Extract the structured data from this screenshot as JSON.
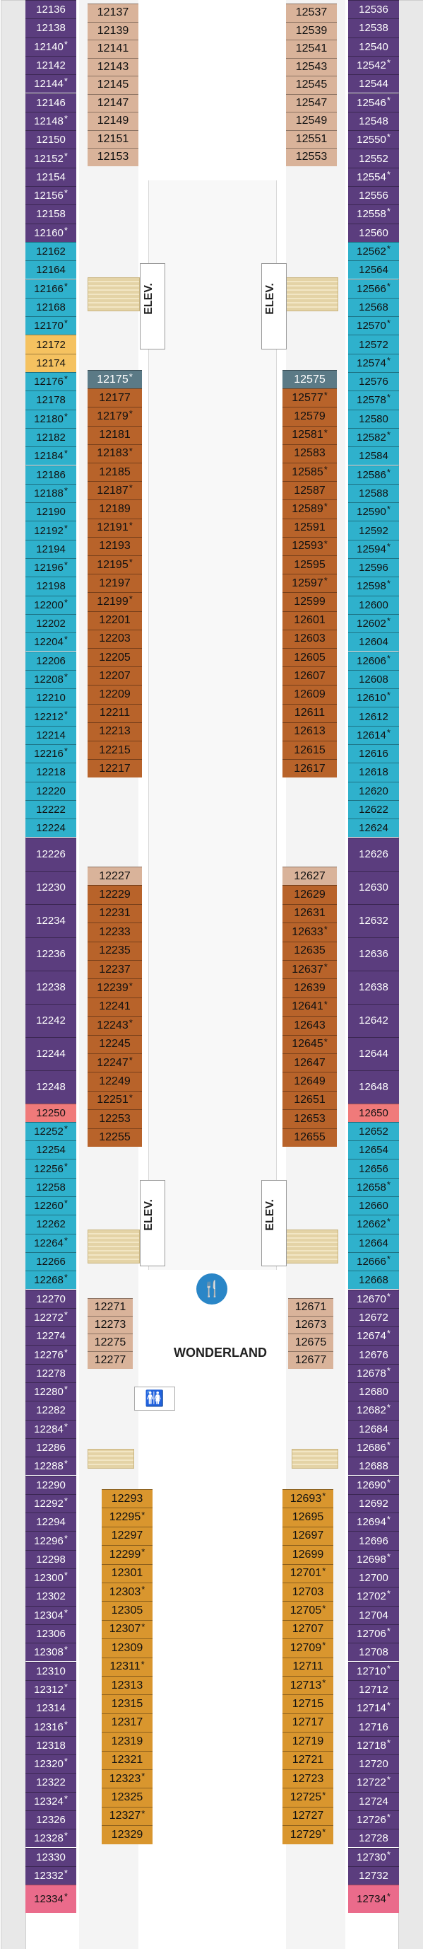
{
  "colors": {
    "purple": "#5b3d7e",
    "teal": "#2fb1cc",
    "brown": "#b8632a",
    "orange": "#d9962e",
    "tan": "#d9b39a",
    "yellow": "#f5c260",
    "slate": "#5b7a86",
    "pink": "#ea6b8b",
    "salmon": "#f07a7a"
  },
  "icons": {
    "accessible": "wheelchair-icon",
    "connecting": "connecting-door-icon",
    "restroom": "restroom-icon",
    "dining": "dining-icon"
  },
  "venue": {
    "name": "WONDERLAND"
  },
  "elevators": {
    "label": "ELEV."
  },
  "columns": {
    "outer_left": [
      [
        "12136",
        "purple",
        ""
      ],
      [
        "12138",
        "purple",
        ""
      ],
      [
        "12140",
        "purple",
        "*"
      ],
      [
        "12142",
        "purple",
        ""
      ],
      [
        "12144",
        "purple",
        "*"
      ],
      [
        "12146",
        "purple",
        ""
      ],
      [
        "12148",
        "purple",
        "*"
      ],
      [
        "12150",
        "purple",
        ""
      ],
      [
        "12152",
        "purple",
        "*"
      ],
      [
        "12154",
        "purple",
        ""
      ],
      [
        "12156",
        "purple",
        "*"
      ],
      [
        "12158",
        "purple",
        ""
      ],
      [
        "12160",
        "purple",
        "*"
      ],
      [
        "12162",
        "teal",
        ""
      ],
      [
        "12164",
        "teal",
        ""
      ],
      [
        "12166",
        "teal",
        "*"
      ],
      [
        "12168",
        "teal",
        ""
      ],
      [
        "12170",
        "teal",
        "*"
      ],
      [
        "12172",
        "yellow",
        ""
      ],
      [
        "12174",
        "yellow",
        ""
      ],
      [
        "12176",
        "teal",
        "*"
      ],
      [
        "12178",
        "teal",
        ""
      ],
      [
        "12180",
        "teal",
        "*"
      ],
      [
        "12182",
        "teal",
        ""
      ],
      [
        "12184",
        "teal",
        "*"
      ],
      [
        "12186",
        "teal",
        ""
      ],
      [
        "12188",
        "teal",
        "*"
      ],
      [
        "12190",
        "teal",
        ""
      ],
      [
        "12192",
        "teal",
        "*"
      ],
      [
        "12194",
        "teal",
        ""
      ],
      [
        "12196",
        "teal",
        "*"
      ],
      [
        "12198",
        "teal",
        ""
      ],
      [
        "12200",
        "teal",
        "*"
      ],
      [
        "12202",
        "teal",
        ""
      ],
      [
        "12204",
        "teal",
        "*"
      ],
      [
        "12206",
        "teal",
        ""
      ],
      [
        "12208",
        "teal",
        "*"
      ],
      [
        "12210",
        "teal",
        ""
      ],
      [
        "12212",
        "teal",
        "*"
      ],
      [
        "12214",
        "teal",
        ""
      ],
      [
        "12216",
        "teal",
        "*"
      ],
      [
        "12218",
        "teal",
        ""
      ],
      [
        "12220",
        "teal",
        ""
      ],
      [
        "12222",
        "teal",
        ""
      ],
      [
        "12224",
        "teal",
        ""
      ],
      [
        "12226",
        "purple",
        ""
      ],
      [
        "12230",
        "purple",
        ""
      ],
      [
        "12234",
        "purple",
        ""
      ],
      [
        "12236",
        "purple",
        ""
      ],
      [
        "12238",
        "purple",
        ""
      ],
      [
        "12242",
        "purple",
        ""
      ],
      [
        "12244",
        "purple",
        ""
      ],
      [
        "12248",
        "purple",
        ""
      ],
      [
        "12250",
        "salmon",
        ""
      ],
      [
        "12252",
        "teal",
        "*"
      ],
      [
        "12254",
        "teal",
        ""
      ],
      [
        "12256",
        "teal",
        "*"
      ],
      [
        "12258",
        "teal",
        ""
      ],
      [
        "12260",
        "teal",
        "*"
      ],
      [
        "12262",
        "teal",
        ""
      ],
      [
        "12264",
        "teal",
        "*"
      ],
      [
        "12266",
        "teal",
        ""
      ],
      [
        "12268",
        "teal",
        "*"
      ],
      [
        "12270",
        "purple",
        ""
      ],
      [
        "12272",
        "purple",
        "*"
      ],
      [
        "12274",
        "purple",
        ""
      ],
      [
        "12276",
        "purple",
        "*"
      ],
      [
        "12278",
        "purple",
        ""
      ],
      [
        "12280",
        "purple",
        "*"
      ],
      [
        "12282",
        "purple",
        ""
      ],
      [
        "12284",
        "purple",
        "*"
      ],
      [
        "12286",
        "purple",
        ""
      ],
      [
        "12288",
        "purple",
        "*"
      ],
      [
        "12290",
        "purple",
        ""
      ],
      [
        "12292",
        "purple",
        "*"
      ],
      [
        "12294",
        "purple",
        ""
      ],
      [
        "12296",
        "purple",
        "*"
      ],
      [
        "12298",
        "purple",
        ""
      ],
      [
        "12300",
        "purple",
        "*"
      ],
      [
        "12302",
        "purple",
        ""
      ],
      [
        "12304",
        "purple",
        "*"
      ],
      [
        "12306",
        "purple",
        ""
      ],
      [
        "12308",
        "purple",
        "*"
      ],
      [
        "12310",
        "purple",
        ""
      ],
      [
        "12312",
        "purple",
        "*"
      ],
      [
        "12314",
        "purple",
        ""
      ],
      [
        "12316",
        "purple",
        "*"
      ],
      [
        "12318",
        "purple",
        ""
      ],
      [
        "12320",
        "purple",
        "*"
      ],
      [
        "12322",
        "purple",
        ""
      ],
      [
        "12324",
        "purple",
        "*"
      ],
      [
        "12326",
        "purple",
        ""
      ],
      [
        "12328",
        "purple",
        "*"
      ],
      [
        "12330",
        "purple",
        ""
      ],
      [
        "12332",
        "purple",
        "*"
      ],
      [
        "12334",
        "pink",
        "*"
      ]
    ],
    "outer_right": [
      [
        "12536",
        "purple",
        ""
      ],
      [
        "12538",
        "purple",
        ""
      ],
      [
        "12540",
        "purple",
        ""
      ],
      [
        "12542",
        "purple",
        "*"
      ],
      [
        "12544",
        "purple",
        ""
      ],
      [
        "12546",
        "purple",
        "*"
      ],
      [
        "12548",
        "purple",
        ""
      ],
      [
        "12550",
        "purple",
        "*"
      ],
      [
        "12552",
        "purple",
        ""
      ],
      [
        "12554",
        "purple",
        "*"
      ],
      [
        "12556",
        "purple",
        ""
      ],
      [
        "12558",
        "purple",
        "*"
      ],
      [
        "12560",
        "purple",
        ""
      ],
      [
        "12562",
        "teal",
        "*"
      ],
      [
        "12564",
        "teal",
        ""
      ],
      [
        "12566",
        "teal",
        "*"
      ],
      [
        "12568",
        "teal",
        ""
      ],
      [
        "12570",
        "teal",
        "*"
      ],
      [
        "12572",
        "teal",
        ""
      ],
      [
        "12574",
        "teal",
        "*"
      ],
      [
        "12576",
        "teal",
        ""
      ],
      [
        "12578",
        "teal",
        "*"
      ],
      [
        "12580",
        "teal",
        ""
      ],
      [
        "12582",
        "teal",
        "*"
      ],
      [
        "12584",
        "teal",
        ""
      ],
      [
        "12586",
        "teal",
        "*"
      ],
      [
        "12588",
        "teal",
        ""
      ],
      [
        "12590",
        "teal",
        "*"
      ],
      [
        "12592",
        "teal",
        ""
      ],
      [
        "12594",
        "teal",
        "*"
      ],
      [
        "12596",
        "teal",
        ""
      ],
      [
        "12598",
        "teal",
        "*"
      ],
      [
        "12600",
        "teal",
        ""
      ],
      [
        "12602",
        "teal",
        "*"
      ],
      [
        "12604",
        "teal",
        ""
      ],
      [
        "12606",
        "teal",
        "*"
      ],
      [
        "12608",
        "teal",
        ""
      ],
      [
        "12610",
        "teal",
        "*"
      ],
      [
        "12612",
        "teal",
        ""
      ],
      [
        "12614",
        "teal",
        "*"
      ],
      [
        "12616",
        "teal",
        ""
      ],
      [
        "12618",
        "teal",
        ""
      ],
      [
        "12620",
        "teal",
        ""
      ],
      [
        "12622",
        "teal",
        ""
      ],
      [
        "12624",
        "teal",
        ""
      ],
      [
        "12626",
        "purple",
        ""
      ],
      [
        "12630",
        "purple",
        ""
      ],
      [
        "12632",
        "purple",
        ""
      ],
      [
        "12636",
        "purple",
        ""
      ],
      [
        "12638",
        "purple",
        ""
      ],
      [
        "12642",
        "purple",
        ""
      ],
      [
        "12644",
        "purple",
        ""
      ],
      [
        "12648",
        "purple",
        ""
      ],
      [
        "12650",
        "salmon",
        ""
      ],
      [
        "12652",
        "teal",
        ""
      ],
      [
        "12654",
        "teal",
        ""
      ],
      [
        "12656",
        "teal",
        ""
      ],
      [
        "12658",
        "teal",
        "*"
      ],
      [
        "12660",
        "teal",
        ""
      ],
      [
        "12662",
        "teal",
        "*"
      ],
      [
        "12664",
        "teal",
        ""
      ],
      [
        "12666",
        "teal",
        "*"
      ],
      [
        "12668",
        "teal",
        ""
      ],
      [
        "12670",
        "purple",
        "*"
      ],
      [
        "12672",
        "purple",
        ""
      ],
      [
        "12674",
        "purple",
        "*"
      ],
      [
        "12676",
        "purple",
        ""
      ],
      [
        "12678",
        "purple",
        "*"
      ],
      [
        "12680",
        "purple",
        ""
      ],
      [
        "12682",
        "purple",
        "*"
      ],
      [
        "12684",
        "purple",
        ""
      ],
      [
        "12686",
        "purple",
        "*"
      ],
      [
        "12688",
        "purple",
        ""
      ],
      [
        "12690",
        "purple",
        "*"
      ],
      [
        "12692",
        "purple",
        ""
      ],
      [
        "12694",
        "purple",
        "*"
      ],
      [
        "12696",
        "purple",
        ""
      ],
      [
        "12698",
        "purple",
        "*"
      ],
      [
        "12700",
        "purple",
        ""
      ],
      [
        "12702",
        "purple",
        "*"
      ],
      [
        "12704",
        "purple",
        ""
      ],
      [
        "12706",
        "purple",
        "*"
      ],
      [
        "12708",
        "purple",
        ""
      ],
      [
        "12710",
        "purple",
        "*"
      ],
      [
        "12712",
        "purple",
        ""
      ],
      [
        "12714",
        "purple",
        "*"
      ],
      [
        "12716",
        "purple",
        ""
      ],
      [
        "12718",
        "purple",
        "*"
      ],
      [
        "12720",
        "purple",
        ""
      ],
      [
        "12722",
        "purple",
        "*"
      ],
      [
        "12724",
        "purple",
        ""
      ],
      [
        "12726",
        "purple",
        "*"
      ],
      [
        "12728",
        "purple",
        ""
      ],
      [
        "12730",
        "purple",
        "*"
      ],
      [
        "12732",
        "purple",
        ""
      ],
      [
        "12734",
        "pink",
        "*"
      ]
    ],
    "top_inner_left": [
      "12137",
      "12139",
      "12141",
      "12143",
      "12145",
      "12147",
      "12149",
      "12151",
      "12153"
    ],
    "top_inner_right": [
      "12537",
      "12539",
      "12541",
      "12543",
      "12545",
      "12547",
      "12549",
      "12551",
      "12553"
    ],
    "mid_inner_left": [
      [
        "12175",
        "slate",
        "*"
      ],
      [
        "12177",
        "brown",
        ""
      ],
      [
        "12179",
        "brown",
        "*"
      ],
      [
        "12181",
        "brown",
        ""
      ],
      [
        "12183",
        "brown",
        "*"
      ],
      [
        "12185",
        "brown",
        ""
      ],
      [
        "12187",
        "brown",
        "*"
      ],
      [
        "12189",
        "brown",
        ""
      ],
      [
        "12191",
        "brown",
        "*"
      ],
      [
        "12193",
        "brown",
        ""
      ],
      [
        "12195",
        "brown",
        "*"
      ],
      [
        "12197",
        "brown",
        ""
      ],
      [
        "12199",
        "brown",
        "*"
      ],
      [
        "12201",
        "brown",
        ""
      ],
      [
        "12203",
        "brown",
        ""
      ],
      [
        "12205",
        "brown",
        ""
      ],
      [
        "12207",
        "brown",
        ""
      ],
      [
        "12209",
        "brown",
        ""
      ],
      [
        "12211",
        "brown",
        ""
      ],
      [
        "12213",
        "brown",
        ""
      ],
      [
        "12215",
        "brown",
        ""
      ],
      [
        "12217",
        "brown",
        ""
      ]
    ],
    "mid_inner_right": [
      [
        "12575",
        "slate",
        ""
      ],
      [
        "12577",
        "brown",
        "*"
      ],
      [
        "12579",
        "brown",
        ""
      ],
      [
        "12581",
        "brown",
        "*"
      ],
      [
        "12583",
        "brown",
        ""
      ],
      [
        "12585",
        "brown",
        "*"
      ],
      [
        "12587",
        "brown",
        ""
      ],
      [
        "12589",
        "brown",
        "*"
      ],
      [
        "12591",
        "brown",
        ""
      ],
      [
        "12593",
        "brown",
        "*"
      ],
      [
        "12595",
        "brown",
        ""
      ],
      [
        "12597",
        "brown",
        "*"
      ],
      [
        "12599",
        "brown",
        ""
      ],
      [
        "12601",
        "brown",
        ""
      ],
      [
        "12603",
        "brown",
        ""
      ],
      [
        "12605",
        "brown",
        ""
      ],
      [
        "12607",
        "brown",
        ""
      ],
      [
        "12609",
        "brown",
        ""
      ],
      [
        "12611",
        "brown",
        ""
      ],
      [
        "12613",
        "brown",
        ""
      ],
      [
        "12615",
        "brown",
        ""
      ],
      [
        "12617",
        "brown",
        ""
      ]
    ],
    "low_inner_left": [
      [
        "12227",
        "tan",
        ""
      ],
      [
        "12229",
        "brown",
        ""
      ],
      [
        "12231",
        "brown",
        ""
      ],
      [
        "12233",
        "brown",
        ""
      ],
      [
        "12235",
        "brown",
        ""
      ],
      [
        "12237",
        "brown",
        ""
      ],
      [
        "12239",
        "brown",
        "*"
      ],
      [
        "12241",
        "brown",
        ""
      ],
      [
        "12243",
        "brown",
        "*"
      ],
      [
        "12245",
        "brown",
        ""
      ],
      [
        "12247",
        "brown",
        "*"
      ],
      [
        "12249",
        "brown",
        ""
      ],
      [
        "12251",
        "brown",
        "*"
      ],
      [
        "12253",
        "brown",
        ""
      ],
      [
        "12255",
        "brown",
        ""
      ]
    ],
    "low_inner_right": [
      [
        "12627",
        "tan",
        ""
      ],
      [
        "12629",
        "brown",
        ""
      ],
      [
        "12631",
        "brown",
        ""
      ],
      [
        "12633",
        "brown",
        "*"
      ],
      [
        "12635",
        "brown",
        ""
      ],
      [
        "12637",
        "brown",
        "*"
      ],
      [
        "12639",
        "brown",
        ""
      ],
      [
        "12641",
        "brown",
        "*"
      ],
      [
        "12643",
        "brown",
        ""
      ],
      [
        "12645",
        "brown",
        "*"
      ],
      [
        "12647",
        "brown",
        ""
      ],
      [
        "12649",
        "brown",
        ""
      ],
      [
        "12651",
        "brown",
        ""
      ],
      [
        "12653",
        "brown",
        ""
      ],
      [
        "12655",
        "brown",
        ""
      ]
    ],
    "wonder_left": [
      "12271",
      "12273",
      "12275",
      "12277"
    ],
    "wonder_right": [
      "12671",
      "12673",
      "12675",
      "12677"
    ],
    "aft_inner_left": [
      [
        "12293",
        ""
      ],
      [
        "12295",
        "*"
      ],
      [
        "12297",
        ""
      ],
      [
        "12299",
        "*"
      ],
      [
        "12301",
        ""
      ],
      [
        "12303",
        "*"
      ],
      [
        "12305",
        ""
      ],
      [
        "12307",
        "*"
      ],
      [
        "12309",
        ""
      ],
      [
        "12311",
        "*"
      ],
      [
        "12313",
        ""
      ],
      [
        "12315",
        ""
      ],
      [
        "12317",
        ""
      ],
      [
        "12319",
        ""
      ],
      [
        "12321",
        ""
      ],
      [
        "12323",
        "*"
      ],
      [
        "12325",
        ""
      ],
      [
        "12327",
        "*"
      ],
      [
        "12329",
        ""
      ]
    ],
    "aft_inner_right": [
      [
        "12693",
        "*"
      ],
      [
        "12695",
        ""
      ],
      [
        "12697",
        ""
      ],
      [
        "12699",
        ""
      ],
      [
        "12701",
        "*"
      ],
      [
        "12703",
        ""
      ],
      [
        "12705",
        "*"
      ],
      [
        "12707",
        ""
      ],
      [
        "12709",
        "*"
      ],
      [
        "12711",
        ""
      ],
      [
        "12713",
        "*"
      ],
      [
        "12715",
        ""
      ],
      [
        "12717",
        ""
      ],
      [
        "12719",
        ""
      ],
      [
        "12721",
        ""
      ],
      [
        "12723",
        ""
      ],
      [
        "12725",
        "*"
      ],
      [
        "12727",
        ""
      ],
      [
        "12729",
        "*"
      ]
    ]
  }
}
